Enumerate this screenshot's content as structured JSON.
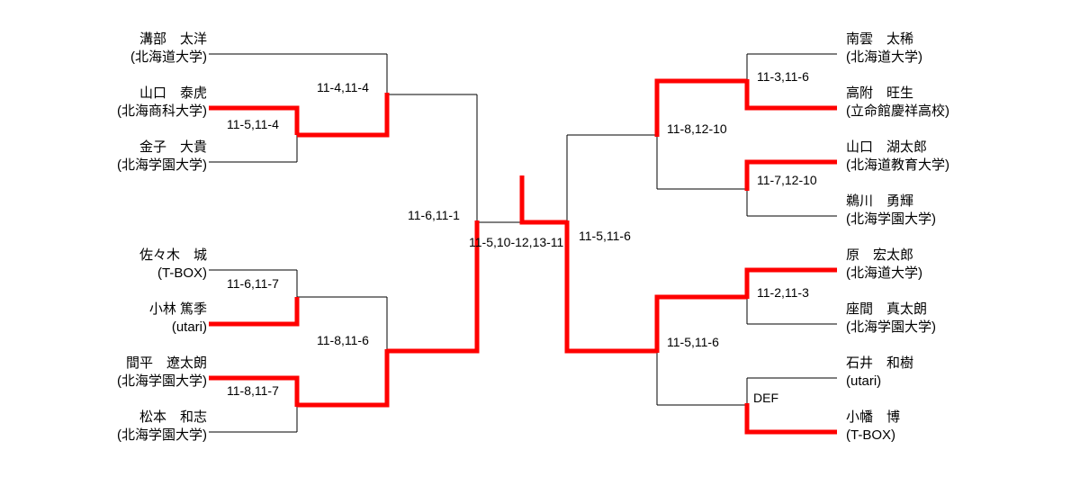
{
  "colors": {
    "background": "#ffffff",
    "bracket_line": "#000000",
    "winner_path": "#ff0000",
    "text": "#000000"
  },
  "players_left": [
    {
      "name": "溝部　太洋",
      "club": "(北海道大学)"
    },
    {
      "name": "山口　泰虎",
      "club": "(北海商科大学)"
    },
    {
      "name": "金子　大貴",
      "club": "(北海学園大学)"
    },
    {
      "name": "佐々木　城",
      "club": "(T-BOX)"
    },
    {
      "name": "小林 篤季",
      "club": "(utari)"
    },
    {
      "name": "間平　遼太朗",
      "club": "(北海学園大学)"
    },
    {
      "name": "松本　和志",
      "club": "(北海学園大学)"
    }
  ],
  "players_right": [
    {
      "name": "南雲　太稀",
      "club": "(北海道大学)"
    },
    {
      "name": "高附　旺生",
      "club": "(立命館慶祥高校)"
    },
    {
      "name": "山口　湖太郎",
      "club": "(北海道教育大学)"
    },
    {
      "name": "鵜川　勇輝",
      "club": "(北海学園大学)"
    },
    {
      "name": "原　宏太郎",
      "club": "(北海道大学)"
    },
    {
      "name": "座間　真太朗",
      "club": "(北海学園大学)"
    },
    {
      "name": "石井　和樹",
      "club": "(utari)"
    },
    {
      "name": "小幡　博",
      "club": "(T-BOX)"
    }
  ],
  "matches": [
    {
      "round": "1",
      "winner": "山口　泰虎",
      "loser": "金子　大貴",
      "score": "11-5,11-4"
    },
    {
      "round": "2",
      "winner": "山口　泰虎",
      "loser": "溝部　太洋",
      "score": "11-4,11-4"
    },
    {
      "round": "1",
      "winner": "小林 篤季",
      "loser": "佐々木　城",
      "score": "11-6,11-7"
    },
    {
      "round": "1",
      "winner": "間平　遼太朗",
      "loser": "松本　和志",
      "score": "11-8,11-7"
    },
    {
      "round": "2",
      "winner": "間平　遼太朗",
      "loser": "小林 篤季",
      "score": "11-8,11-6"
    },
    {
      "round": "SF",
      "winner": "間平　遼太朗",
      "loser": "山口　泰虎",
      "score": "11-6,11-1"
    },
    {
      "round": "1",
      "winner": "高附　旺生",
      "loser": "南雲　太稀",
      "score": "11-3,11-6"
    },
    {
      "round": "1",
      "winner": "山口　湖太郎",
      "loser": "鵜川　勇輝",
      "score": "11-7,12-10"
    },
    {
      "round": "2",
      "winner": "高附　旺生",
      "loser": "山口　湖太郎",
      "score": "11-8,12-10"
    },
    {
      "round": "1",
      "winner": "原　宏太郎",
      "loser": "座間　真太朗",
      "score": "11-2,11-3"
    },
    {
      "round": "1",
      "winner": "小幡　博",
      "loser": "石井　和樹",
      "score": "DEF"
    },
    {
      "round": "2",
      "winner": "原　宏太郎",
      "loser": "小幡　博",
      "score": "11-5,11-6"
    },
    {
      "round": "SF",
      "winner": "原　宏太郎",
      "loser": "高附　旺生",
      "score": "11-5,11-6"
    },
    {
      "round": "F",
      "winner": "原　宏太郎",
      "loser": "間平　遼太朗",
      "score": "11-5,10-12,13-11"
    }
  ],
  "champion": {
    "name": "原　宏太郎",
    "club": "(北海道大学)"
  }
}
